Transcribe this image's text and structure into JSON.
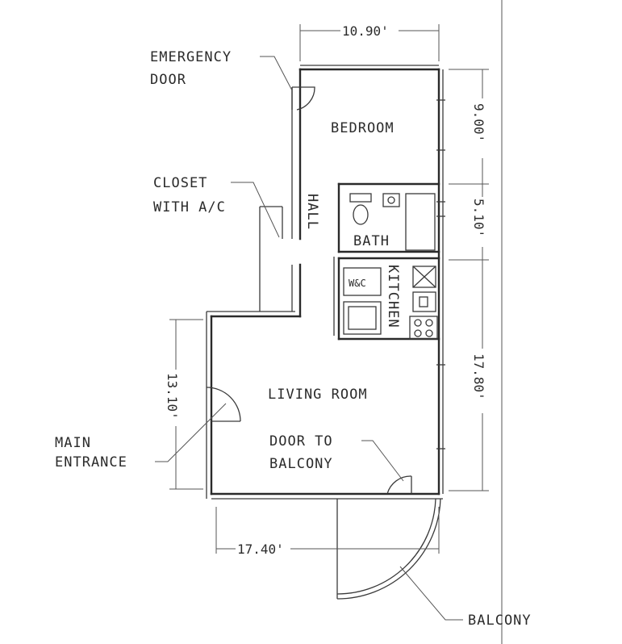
{
  "rooms": {
    "bedroom": "BEDROOM",
    "hall": "HALL",
    "bath": "BATH",
    "kitchen": "KITCHEN",
    "living_room": "LIVING ROOM",
    "wc": "W&C"
  },
  "callouts": {
    "emergency_door_1": "EMERGENCY",
    "emergency_door_2": "DOOR",
    "closet_1": "CLOSET",
    "closet_2": "WITH A/C",
    "main_entrance_1": "MAIN",
    "main_entrance_2": "ENTRANCE",
    "balcony_door_1": "DOOR TO",
    "balcony_door_2": "BALCONY",
    "balcony": "BALCONY"
  },
  "dimensions": {
    "top_width": "10.90'",
    "bedroom_depth": "9.00'",
    "bath_depth": "5.10'",
    "living_depth": "17.80'",
    "entrance_wall": "13.10'",
    "bottom_width": "17.40'"
  }
}
